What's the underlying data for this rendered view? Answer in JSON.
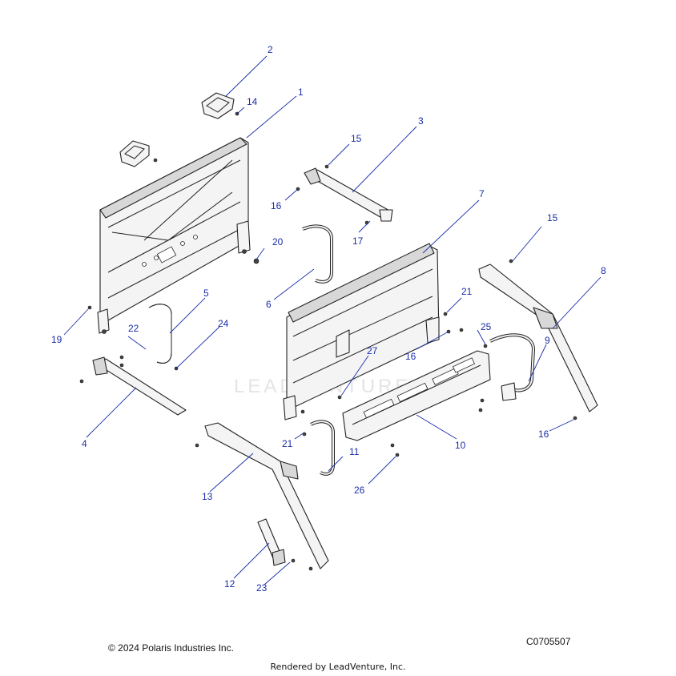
{
  "callouts": [
    "1",
    "2",
    "3",
    "4",
    "5",
    "6",
    "7",
    "8",
    "9",
    "10",
    "11",
    "12",
    "13",
    "14",
    "15",
    "15",
    "16",
    "16",
    "16",
    "17",
    "19",
    "20",
    "21",
    "21",
    "22",
    "23",
    "24",
    "25",
    "26",
    "27"
  ],
  "footer": {
    "copyright": "© 2024 Polaris Industries Inc.",
    "diagram_code": "C0705507",
    "rendered_by": "Rendered by LeadVenture, Inc."
  },
  "watermark": "LEADVENTURE",
  "colors": {
    "callout": "#1a2ea8",
    "line_art": "#222222"
  }
}
